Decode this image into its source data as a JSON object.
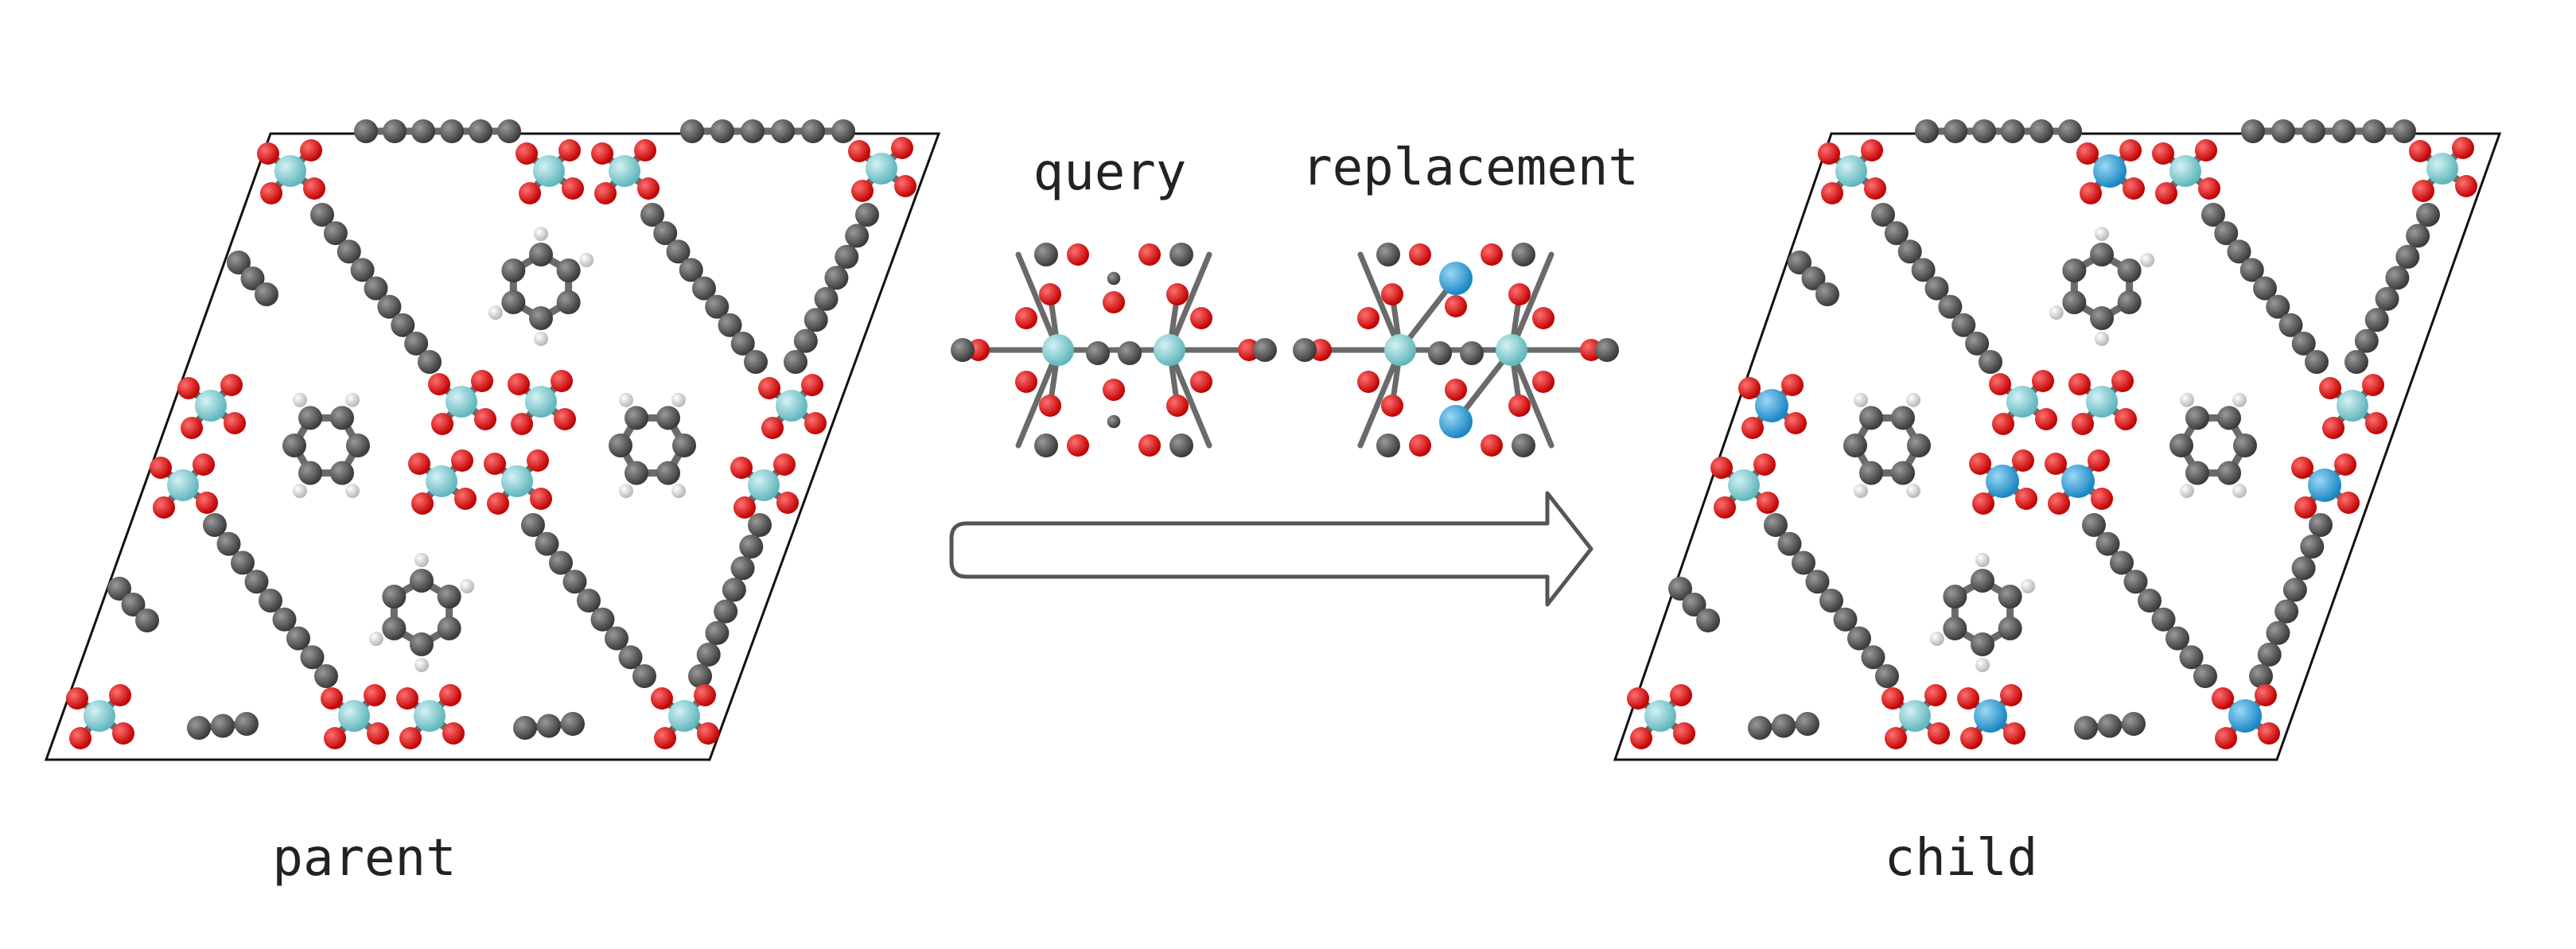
{
  "labels": {
    "query": "query",
    "replacement": "replacement",
    "parent": "parent",
    "child": "child"
  },
  "colors": {
    "carbon": "#4a4a4a",
    "oxygen": "#e00000",
    "hydrogen": "#d8d8d8",
    "metal": "#7ecfd4",
    "substituted_metal": "#2a9fd8",
    "cell_edge": "#111111",
    "arrow_stroke": "#555555"
  },
  "atoms_legend_icons": [
    "carbon-atom-icon",
    "oxygen-atom-icon",
    "hydrogen-atom-icon",
    "metal-atom-icon",
    "substituted-metal-atom-icon"
  ]
}
